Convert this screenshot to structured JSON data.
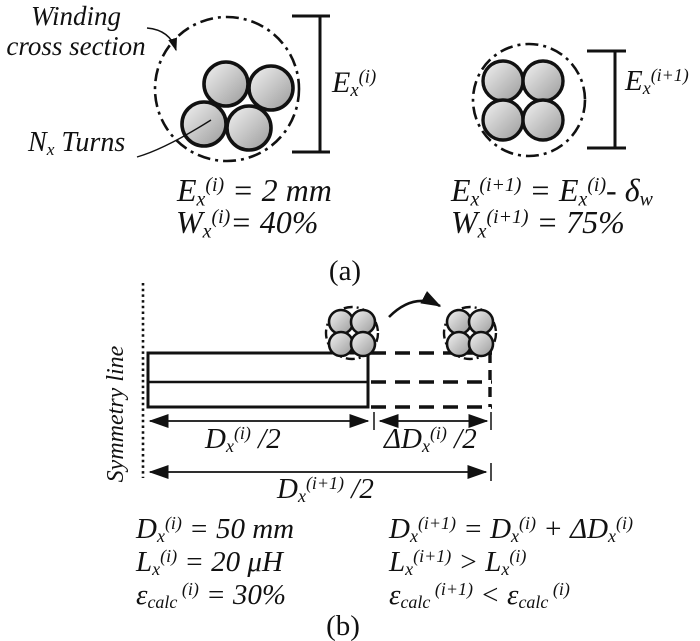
{
  "figure": {
    "part_a": {
      "winding_label": "Winding\ncross section",
      "turns_label": [
        {
          "t": "N"
        },
        {
          "t": "x",
          "s": "sub"
        },
        {
          "t": " Turns"
        }
      ],
      "dim_left": [
        {
          "t": "E"
        },
        {
          "t": "x",
          "s": "sub"
        },
        {
          "t": "(i)",
          "s": "sup"
        }
      ],
      "dim_right": [
        {
          "t": "E"
        },
        {
          "t": "x",
          "s": "sub"
        },
        {
          "t": "(i+1)",
          "s": "sup"
        }
      ],
      "equations_left": [
        [
          {
            "t": "E"
          },
          {
            "t": "x",
            "s": "sub"
          },
          {
            "t": "(i)",
            "s": "sup"
          },
          {
            "t": " = 2 mm"
          }
        ],
        [
          {
            "t": "W"
          },
          {
            "t": "x",
            "s": "sub"
          },
          {
            "t": "(i)",
            "s": "sup"
          },
          {
            "t": "= 40%"
          }
        ]
      ],
      "equations_right": [
        [
          {
            "t": "E"
          },
          {
            "t": "x",
            "s": "sub"
          },
          {
            "t": "(i+1)",
            "s": "sup"
          },
          {
            "t": " = "
          },
          {
            "t": "E"
          },
          {
            "t": "x",
            "s": "sub"
          },
          {
            "t": "(i)",
            "s": "sup"
          },
          {
            "t": "- "
          },
          {
            "t": "δ"
          },
          {
            "t": "w",
            "s": "sub"
          }
        ],
        [
          {
            "t": "W"
          },
          {
            "t": "x",
            "s": "sub"
          },
          {
            "t": "(i+1)",
            "s": "sup"
          },
          {
            "t": " = 75%"
          }
        ]
      ],
      "caption": "(a)"
    },
    "part_b": {
      "symmetry_label": "Symmetry line",
      "dim_labels": [
        [
          {
            "t": "D"
          },
          {
            "t": "x",
            "s": "sub"
          },
          {
            "t": "(i)",
            "s": "sup"
          },
          {
            "t": " /2"
          }
        ],
        [
          {
            "t": "ΔD"
          },
          {
            "t": "x",
            "s": "sub"
          },
          {
            "t": "(i)",
            "s": "sup"
          },
          {
            "t": " /2"
          }
        ],
        [
          {
            "t": "D"
          },
          {
            "t": "x",
            "s": "sub"
          },
          {
            "t": "(i+1)",
            "s": "sup"
          },
          {
            "t": " /2"
          }
        ]
      ],
      "equations_left": [
        [
          {
            "t": "D"
          },
          {
            "t": "x",
            "s": "sub"
          },
          {
            "t": "(i)",
            "s": "sup"
          },
          {
            "t": " = 50 mm"
          }
        ],
        [
          {
            "t": "L"
          },
          {
            "t": "x",
            "s": "sub"
          },
          {
            "t": "(i)",
            "s": "sup"
          },
          {
            "t": " = 20 μH"
          }
        ],
        [
          {
            "t": "ε"
          },
          {
            "t": "calc",
            "s": "sub"
          },
          {
            "t": " (i)",
            "s": "sup"
          },
          {
            "t": " = 30%"
          }
        ]
      ],
      "equations_right": [
        [
          {
            "t": "D"
          },
          {
            "t": "x",
            "s": "sub"
          },
          {
            "t": "(i+1)",
            "s": "sup"
          },
          {
            "t": " = "
          },
          {
            "t": "D"
          },
          {
            "t": "x",
            "s": "sub"
          },
          {
            "t": "(i)",
            "s": "sup"
          },
          {
            "t": " + "
          },
          {
            "t": "ΔD"
          },
          {
            "t": "x",
            "s": "sub"
          },
          {
            "t": "(i)",
            "s": "sup"
          }
        ],
        [
          {
            "t": "L"
          },
          {
            "t": "x",
            "s": "sub"
          },
          {
            "t": "(i+1)",
            "s": "sup"
          },
          {
            "t": " > "
          },
          {
            "t": "L"
          },
          {
            "t": "x",
            "s": "sub"
          },
          {
            "t": "(i)",
            "s": "sup"
          }
        ],
        [
          {
            "t": "ε"
          },
          {
            "t": "calc",
            "s": "sub"
          },
          {
            "t": " (i+1)",
            "s": "sup"
          },
          {
            "t": " < "
          },
          {
            "t": "ε"
          },
          {
            "t": "calc",
            "s": "sub"
          },
          {
            "t": " (i)",
            "s": "sup"
          }
        ]
      ],
      "caption": "(b)"
    },
    "colors": {
      "ink": "#111111",
      "turn_gradient_start": "#f3f3f3",
      "turn_gradient_end": "#9a9a9a"
    }
  }
}
